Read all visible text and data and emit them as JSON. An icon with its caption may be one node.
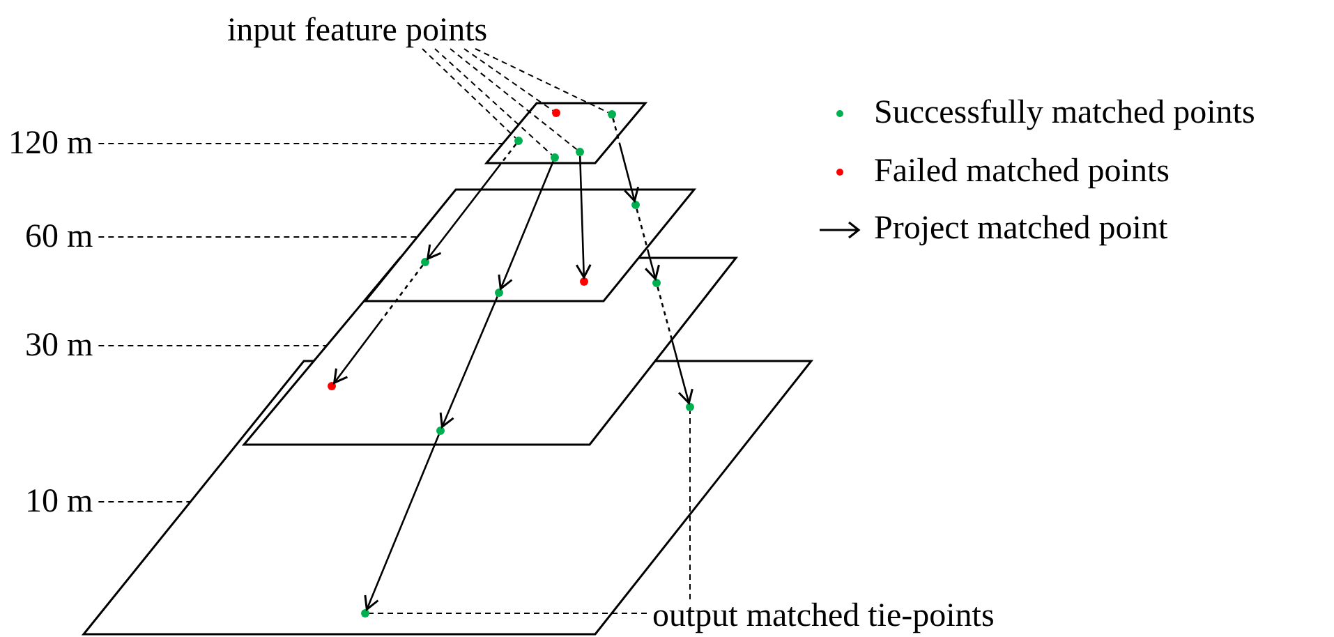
{
  "diagram": {
    "nodes": [
      {
        "text": [
          "input feature points"
        ]
      },
      {
        "text": [
          "120 m"
        ]
      },
      {
        "text": [
          "60 m"
        ]
      },
      {
        "text": [
          "30 m"
        ]
      },
      {
        "text": [
          "10 m"
        ]
      },
      {
        "text": [],
        "shape": "parallelogram"
      },
      {
        "text": [],
        "shape": "parallelogram"
      },
      {
        "text": [],
        "shape": "parallelogram"
      },
      {
        "text": [],
        "shape": "parallelogram"
      },
      {
        "text": [],
        "shape": "circle",
        "in": 5
      },
      {
        "text": [],
        "shape": "circle",
        "in": 5
      },
      {
        "text": [],
        "shape": "circle",
        "in": 5
      },
      {
        "text": [],
        "shape": "circle",
        "in": 5
      },
      {
        "text": [],
        "shape": "circle",
        "in": 5
      },
      {
        "text": [],
        "shape": "circle",
        "in": 6
      },
      {
        "text": [],
        "shape": "circle"
      },
      {
        "text": [],
        "shape": "circle"
      },
      {
        "text": [],
        "shape": "circle"
      },
      {
        "text": [],
        "shape": "circle",
        "in": 7
      },
      {
        "text": [],
        "shape": "circle"
      },
      {
        "text": [],
        "shape": "circle"
      },
      {
        "text": [],
        "shape": "circle",
        "in": 8
      },
      {
        "text": [],
        "shape": "circle",
        "in": 8
      },
      {
        "text": [
          "output matched tie-points"
        ]
      }
    ],
    "edges": [
      {
        "from": 0,
        "to": 11,
        "arrow": "none",
        "style": "dashed"
      },
      {
        "from": 0,
        "to": 13,
        "arrow": "none",
        "style": "dashed"
      },
      {
        "from": 0,
        "to": 12,
        "arrow": "none",
        "style": "dashed"
      },
      {
        "from": 0,
        "to": 9,
        "arrow": "none",
        "style": "dashed"
      },
      {
        "from": 0,
        "to": 10,
        "arrow": "none",
        "style": "dashed"
      },
      {
        "from": 1,
        "to": 5,
        "arrow": "none",
        "style": "dashed"
      },
      {
        "from": 2,
        "to": 6,
        "arrow": "none",
        "style": "dashed"
      },
      {
        "from": 3,
        "to": 7,
        "arrow": "none",
        "style": "dashed"
      },
      {
        "from": 4,
        "to": 8,
        "arrow": "none",
        "style": "dashed"
      },
      {
        "from": 10,
        "to": 14,
        "arrow": "to",
        "style": "dashed"
      },
      {
        "from": 14,
        "to": 18,
        "arrow": "to",
        "style": "dashed"
      },
      {
        "from": 18,
        "to": 21,
        "arrow": "to",
        "style": "dashed"
      },
      {
        "from": 11,
        "to": 15,
        "arrow": "to",
        "style": "dashed"
      },
      {
        "from": 15,
        "to": 19,
        "arrow": "to",
        "style": "dashed"
      },
      {
        "from": 13,
        "to": 17,
        "arrow": "to"
      },
      {
        "from": 17,
        "to": 20,
        "arrow": "to"
      },
      {
        "from": 20,
        "to": 22,
        "arrow": "to"
      },
      {
        "from": 12,
        "to": 16,
        "arrow": "to"
      },
      {
        "from": 23,
        "to": 22,
        "arrow": "none",
        "style": "dashed"
      },
      {
        "from": 23,
        "to": 21,
        "arrow": "none",
        "style": "dashed"
      }
    ],
    "legend": [
      {
        "text": "Successfully matched points",
        "color": "#00b050"
      },
      {
        "text": "Failed matched points",
        "color": "#ff0000"
      },
      {
        "text": "Project matched point"
      }
    ]
  }
}
